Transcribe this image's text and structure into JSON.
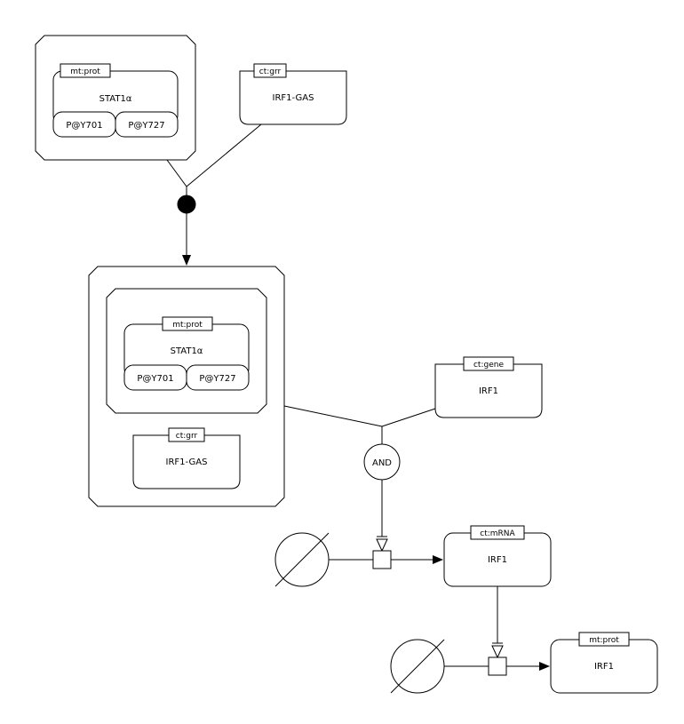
{
  "nodes": {
    "complex1": {
      "stat1a": {
        "unit": "mt:prot",
        "label": "STAT1α",
        "state_a": "P@Y701",
        "state_b": "P@Y727"
      }
    },
    "irf1_gas_input": {
      "unit": "ct:grr",
      "label": "IRF1-GAS"
    },
    "complex2": {
      "stat1a": {
        "unit": "mt:prot",
        "label": "STAT1α",
        "state_a": "P@Y701",
        "state_b": "P@Y727"
      },
      "irf1_gas": {
        "unit": "ct:grr",
        "label": "IRF1-GAS"
      }
    },
    "irf1_gene": {
      "unit": "ct:gene",
      "label": "IRF1"
    },
    "and_operator": {
      "label": "AND"
    },
    "irf1_mrna": {
      "unit": "ct:mRNA",
      "label": "IRF1"
    },
    "irf1_protein": {
      "unit": "mt:prot",
      "label": "IRF1"
    }
  },
  "colors": {
    "stroke": "#000000",
    "fill": "#ffffff",
    "association_fill": "#000000"
  }
}
